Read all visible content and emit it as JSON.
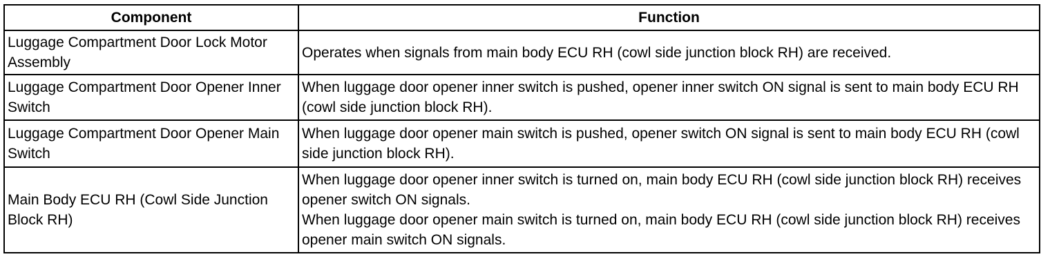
{
  "table": {
    "headers": {
      "component": "Component",
      "function": "Function"
    },
    "rows": [
      {
        "component": "Luggage Compartment Door Lock Motor Assembly",
        "function": [
          "Operates when signals from main body ECU RH (cowl side junction block RH) are received."
        ]
      },
      {
        "component": "Luggage Compartment Door Opener Inner Switch",
        "function": [
          "When luggage door opener inner switch is pushed, opener inner switch ON signal is sent to main body ECU RH (cowl side junction block RH)."
        ]
      },
      {
        "component": "Luggage Compartment Door Opener Main Switch",
        "function": [
          "When luggage door opener main switch is pushed, opener switch ON signal is sent to main body ECU RH (cowl side junction block RH)."
        ]
      },
      {
        "component": "Main Body ECU RH (Cowl Side Junction Block RH)",
        "function": [
          "When luggage door opener inner switch is turned on, main body ECU RH (cowl side junction block RH) receives opener switch ON signals.",
          "When luggage door opener main switch is turned on, main body ECU RH (cowl side junction block RH) receives opener main switch ON signals."
        ]
      }
    ]
  }
}
